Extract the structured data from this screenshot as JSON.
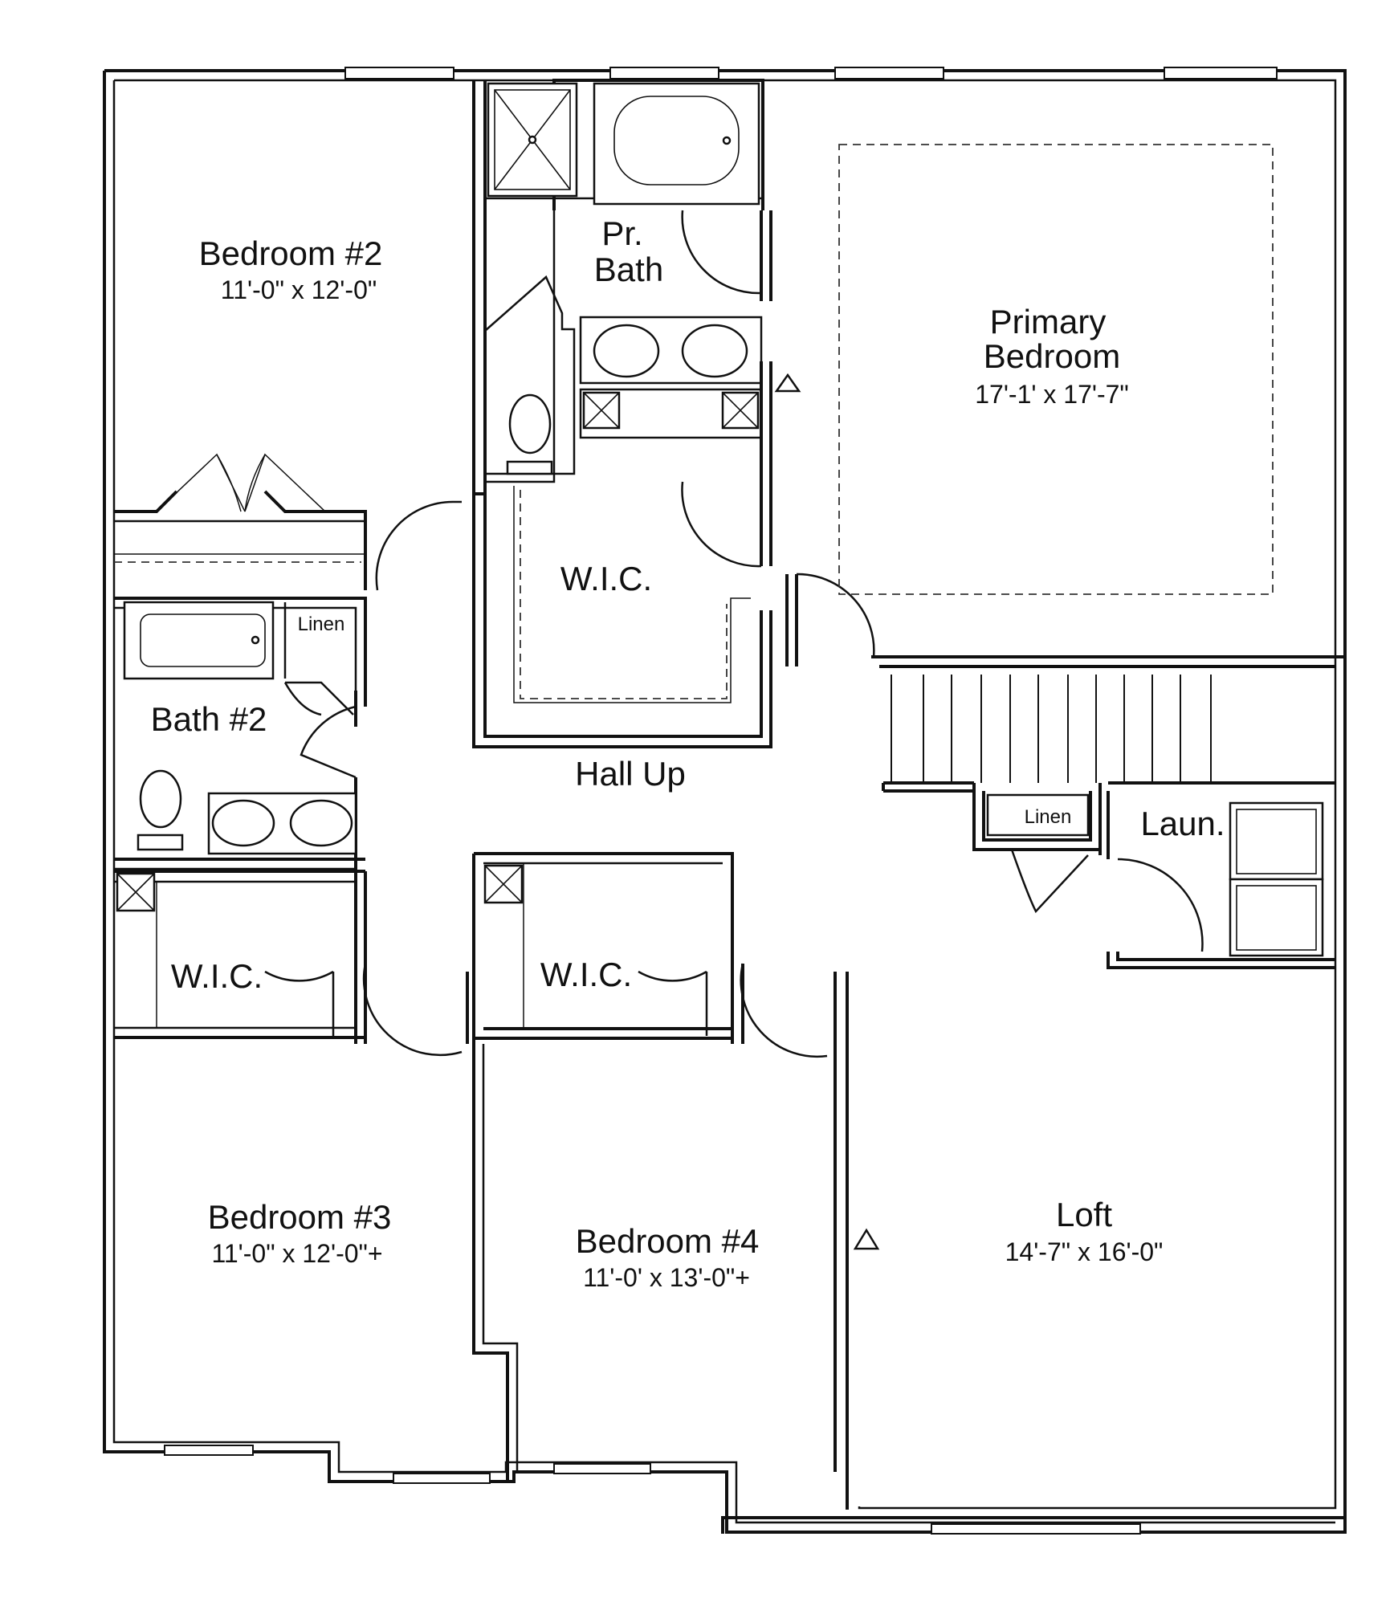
{
  "rooms": {
    "bedroom2": {
      "name": "Bedroom #2",
      "dims": "11'-0\" x 12'-0\""
    },
    "pr_bath": {
      "line1": "Pr.",
      "line2": "Bath"
    },
    "primary_bedroom": {
      "line1": "Primary",
      "line2": "Bedroom",
      "dims": "17'-1' x 17'-7\""
    },
    "bath2": {
      "name": "Bath #2"
    },
    "linen_bath2": {
      "name": "Linen"
    },
    "wic_primary": {
      "name": "W.I.C."
    },
    "hall": {
      "name": "Hall Up"
    },
    "linen_hall": {
      "name": "Linen"
    },
    "laundry": {
      "name": "Laun."
    },
    "wic_bed3": {
      "name": "W.I.C."
    },
    "wic_bed4": {
      "name": "W.I.C."
    },
    "bedroom3": {
      "name": "Bedroom #3",
      "dims": "11'-0\" x 12'-0\"+"
    },
    "bedroom4": {
      "name": "Bedroom #4",
      "dims": "11'-0' x 13'-0\"+"
    },
    "loft": {
      "name": "Loft",
      "dims": "14'-7\" x 16'-0\""
    }
  },
  "colors": {
    "line": "#111111",
    "background": "#ffffff"
  }
}
